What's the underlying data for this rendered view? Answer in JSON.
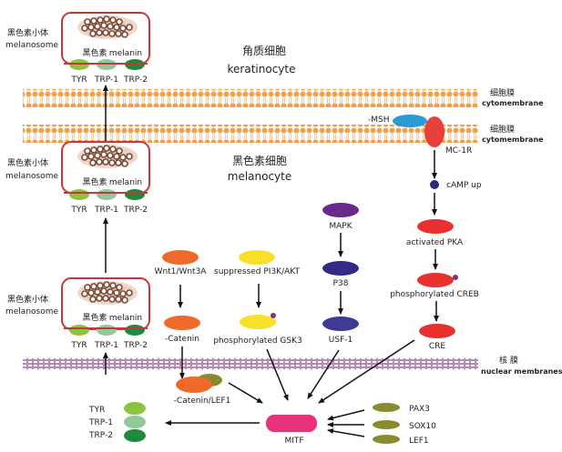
{
  "title_cells": {
    "keratinocyte": {
      "zh": "角质细胞",
      "en": "keratinocyte"
    },
    "melanocyte": {
      "zh": "黑色素细胞",
      "en": "melanocyte"
    }
  },
  "membranes": {
    "cytomembrane_top": {
      "zh": "细胞膜",
      "en": "cytomembrane"
    },
    "cytomembrane_mid": {
      "zh": "细胞膜",
      "en": "cytomembrane"
    },
    "nuclear": {
      "zh": "核 膜",
      "en": "nuclear membranes"
    }
  },
  "melanosomes": [
    {
      "label_zh": "黑色素小体",
      "label_en": "melanosome",
      "melanin_zh": "黑色素",
      "melanin_en": "melanin",
      "enzymes": [
        "TYR",
        "TRP-1",
        "TRP-2"
      ]
    },
    {
      "label_zh": "黑色素小体",
      "label_en": "melanosome",
      "melanin_zh": "黑色素",
      "melanin_en": "melanin",
      "enzymes": [
        "TYR",
        "TRP-1",
        "TRP-2"
      ]
    },
    {
      "label_zh": "黑色素小体",
      "label_en": "melanosome",
      "melanin_zh": "黑色素",
      "melanin_en": "melanin",
      "enzymes": [
        "TYR",
        "TRP-1",
        "TRP-2"
      ]
    }
  ],
  "receptor": {
    "ligand": "-MSH",
    "receptor": "MC-1R"
  },
  "camp_pathway": [
    "cAMP up",
    "activated PKA",
    "phosphorylated CREB",
    "CRE"
  ],
  "mapk_pathway": [
    "MAPK",
    "P38",
    "USF-1"
  ],
  "wnt_pathway": [
    "Wnt1/Wnt3A",
    "-Catenin",
    "-Catenin/LEF1"
  ],
  "pi3k_pathway": [
    "suppressed PI3K/AKT",
    "phosphorylated GSK3"
  ],
  "mitf": {
    "label": "MITF"
  },
  "cofactors": [
    "PAX3",
    "SOX10",
    "LEF1"
  ],
  "targets": [
    "TYR",
    "TRP-1",
    "TRP-2"
  ],
  "colors": {
    "membrane_orange": "#f0a04b",
    "nuclear_purple": "#8a3a8a",
    "melanosome_border": "#c0393b",
    "tyr": "#8cc43f",
    "trp1": "#93c89a",
    "trp2": "#1f8a3c",
    "msh": "#2a9ad4",
    "mc1r": "#e8403a",
    "camp": "#2e2a7a",
    "pka": "#e8312f",
    "mapk": "#6a2a8a",
    "p38": "#322a85",
    "usf1": "#3e3a95",
    "wnt": "#ef6a2a",
    "pi3k": "#f8e02a",
    "phospho_dot": "#8a2a8a",
    "mitf": "#e8337a",
    "cofactor": "#8a8a2e"
  }
}
